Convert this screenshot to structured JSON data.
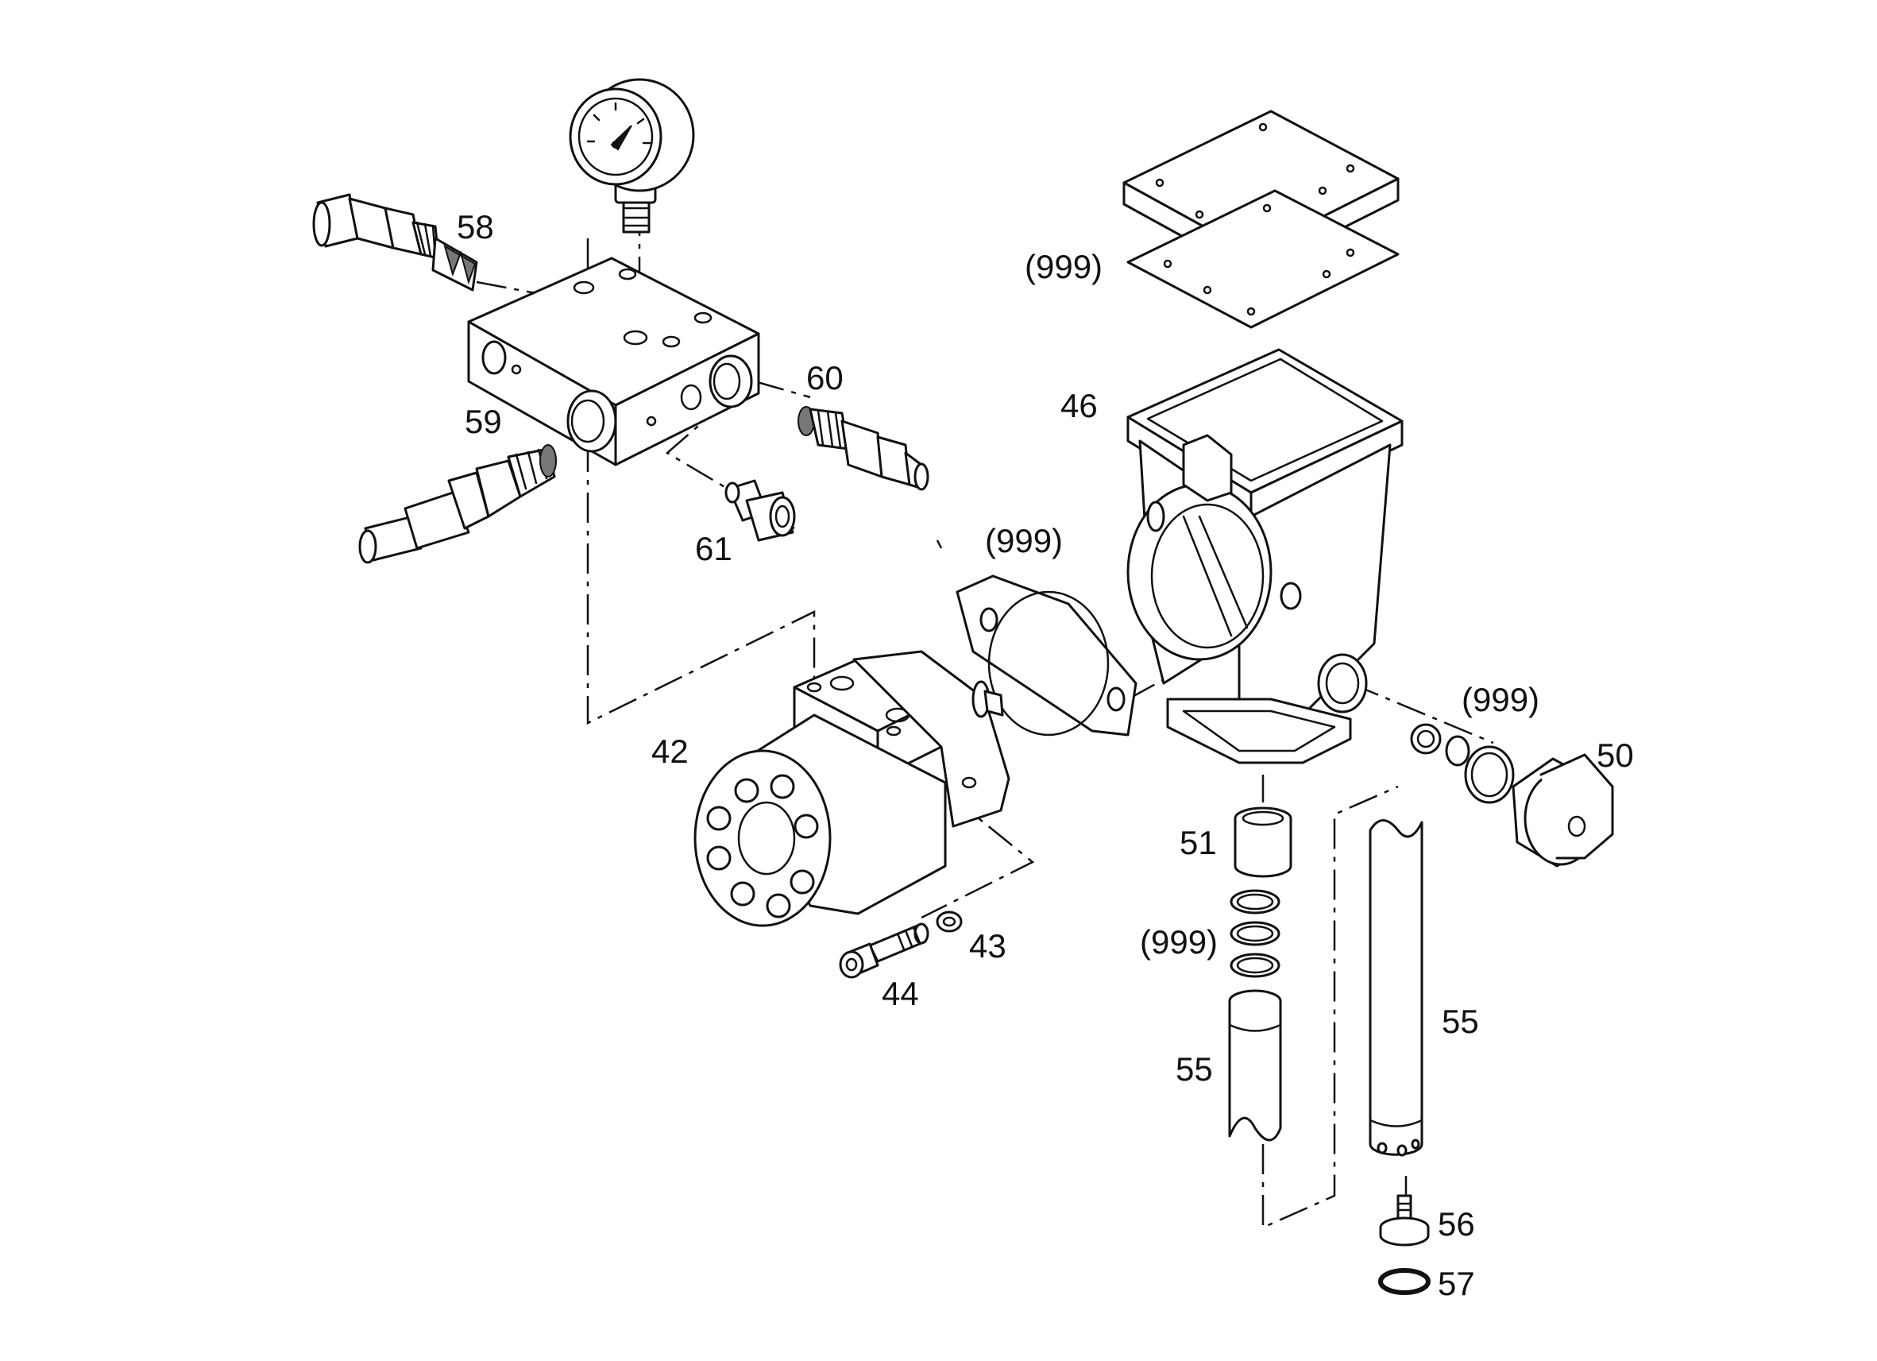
{
  "labels": {
    "l58": "58",
    "l59": "59",
    "l60": "60",
    "l61": "61",
    "l999a": "(999)",
    "l46": "46",
    "l999b": "(999)",
    "l42": "42",
    "l999c": "(999)",
    "l50": "50",
    "l51": "51",
    "l43": "43",
    "l44": "44",
    "l999d": "(999)",
    "l55a": "55",
    "l55b": "55",
    "l56": "56",
    "l57": "57"
  }
}
